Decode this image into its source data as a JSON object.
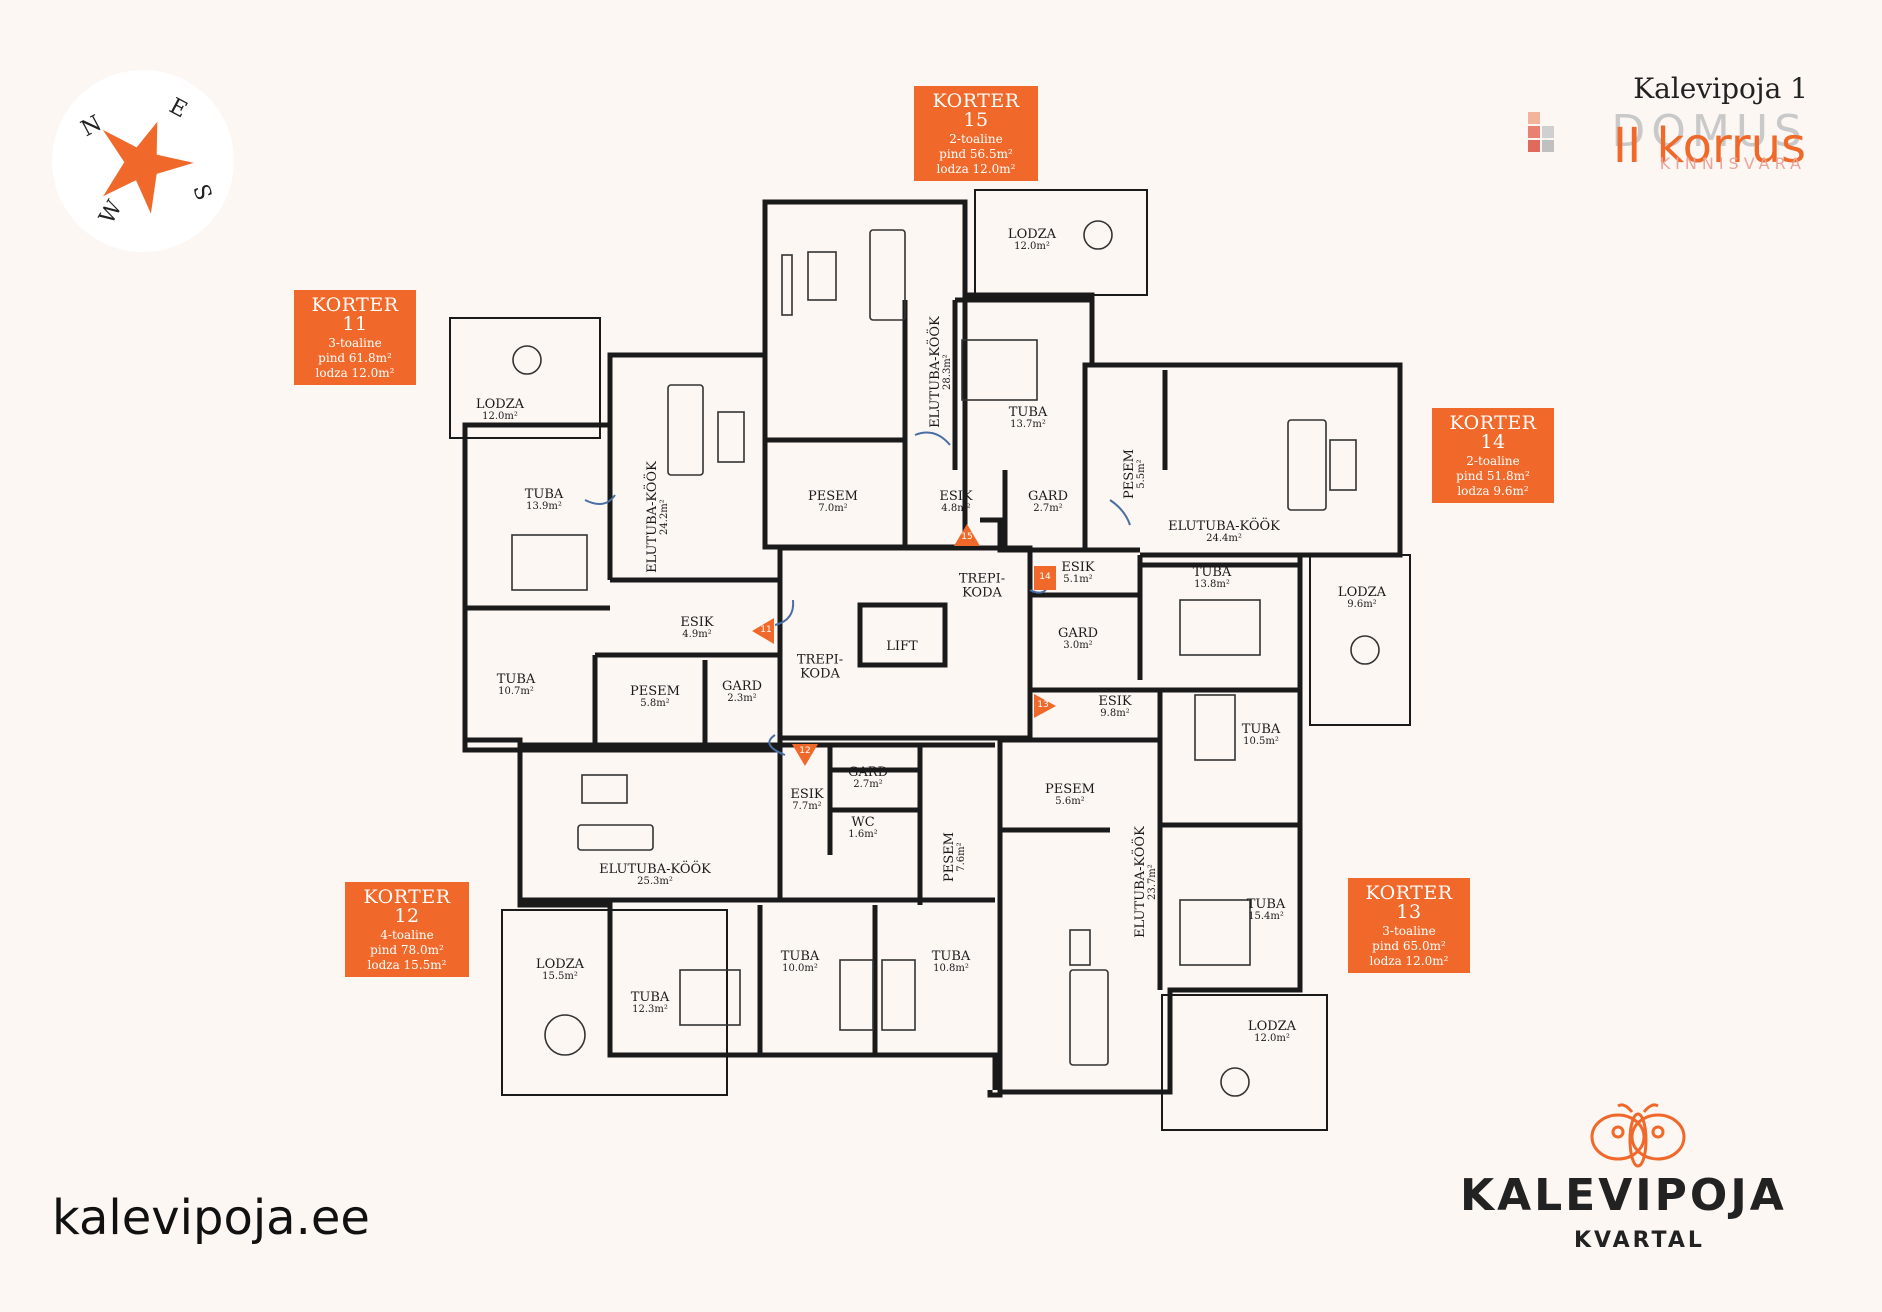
{
  "header": {
    "title": "Kalevipoja 1",
    "floor_label": "II korrus",
    "watermark_main": "DOMUS",
    "watermark_sub": "KINNISVARA"
  },
  "compass": {
    "n": "N",
    "e": "E",
    "s": "S",
    "w": "W"
  },
  "apartments": [
    {
      "id": "k15",
      "title": "KORTER 15",
      "rooms": "2-toaline",
      "area": "pind 56.5m²",
      "loggia": "lodza 12.0m²"
    },
    {
      "id": "k11",
      "title": "KORTER 11",
      "rooms": "3-toaline",
      "area": "pind 61.8m²",
      "loggia": "lodza 12.0m²"
    },
    {
      "id": "k14",
      "title": "KORTER 14",
      "rooms": "2-toaline",
      "area": "pind 51.8m²",
      "loggia": "lodza 9.6m²"
    },
    {
      "id": "k12",
      "title": "KORTER 12",
      "rooms": "4-toaline",
      "area": "pind 78.0m²",
      "loggia": "lodza 15.5m²"
    },
    {
      "id": "k13",
      "title": "KORTER 13",
      "rooms": "3-toaline",
      "area": "pind 65.0m²",
      "loggia": "lodza 12.0m²"
    }
  ],
  "rooms": {
    "lodza15": {
      "name": "LODZA",
      "area": "12.0m²"
    },
    "elutuba15": {
      "name": "ELUTUBA-KÖÖK",
      "area": "28.3m²"
    },
    "tuba15": {
      "name": "TUBA",
      "area": "13.7m²"
    },
    "pesem15": {
      "name": "PESEM",
      "area": "7.0m²"
    },
    "esik15": {
      "name": "ESIK",
      "area": "4.8m²"
    },
    "gard15": {
      "name": "GARD",
      "area": "2.7m²"
    },
    "lodza11": {
      "name": "LODZA",
      "area": "12.0m²"
    },
    "tuba11a": {
      "name": "TUBA",
      "area": "13.9m²"
    },
    "elutuba11": {
      "name": "ELUTUBA-KÖÖK",
      "area": "24.2m²"
    },
    "esik11": {
      "name": "ESIK",
      "area": "4.9m²"
    },
    "tuba11b": {
      "name": "TUBA",
      "area": "10.7m²"
    },
    "pesem11": {
      "name": "PESEM",
      "area": "5.8m²"
    },
    "gard11": {
      "name": "GARD",
      "area": "2.3m²"
    },
    "trepikoda1": {
      "name": "TREPI-\nKODA",
      "area": ""
    },
    "lift": {
      "name": "LIFT",
      "area": ""
    },
    "trepikoda2": {
      "name": "TREPI-\nKODA",
      "area": ""
    },
    "pesem14": {
      "name": "PESEM",
      "area": "5.5m²"
    },
    "elutuba14": {
      "name": "ELUTUBA-KÖÖK",
      "area": "24.4m²"
    },
    "esik14": {
      "name": "ESIK",
      "area": "5.1m²"
    },
    "gard14": {
      "name": "GARD",
      "area": "3.0m²"
    },
    "tuba14": {
      "name": "TUBA",
      "area": "13.8m²"
    },
    "lodza14": {
      "name": "LODZA",
      "area": "9.6m²"
    },
    "esik13": {
      "name": "ESIK",
      "area": "9.8m²"
    },
    "tuba13a": {
      "name": "TUBA",
      "area": "10.5m²"
    },
    "pesem13": {
      "name": "PESEM",
      "area": "5.6m²"
    },
    "elutuba13": {
      "name": "ELUTUBA-KÖÖK",
      "area": "23.7m²"
    },
    "tuba13b": {
      "name": "TUBA",
      "area": "15.4m²"
    },
    "lodza13": {
      "name": "LODZA",
      "area": "12.0m²"
    },
    "elutuba12": {
      "name": "ELUTUBA-KÖÖK",
      "area": "25.3m²"
    },
    "esik12": {
      "name": "ESIK",
      "area": "7.7m²"
    },
    "gard12": {
      "name": "GARD",
      "area": "2.7m²"
    },
    "wc12": {
      "name": "WC",
      "area": "1.6m²"
    },
    "pesem12": {
      "name": "PESEM",
      "area": "7.6m²"
    },
    "lodza12": {
      "name": "LODZA",
      "area": "15.5m²"
    },
    "tuba12a": {
      "name": "TUBA",
      "area": "12.3m²"
    },
    "tuba12b": {
      "name": "TUBA",
      "area": "10.0m²"
    },
    "tuba12c": {
      "name": "TUBA",
      "area": "10.8m²"
    }
  },
  "entry_markers": [
    "15",
    "11",
    "14",
    "13",
    "12"
  ],
  "footer": {
    "website": "kalevipoja.ee",
    "brand": "KALEVIPOJA",
    "brand_sub": "KVARTAL"
  },
  "colors": {
    "accent": "#f0692a",
    "wall": "#1a1a1a",
    "background": "#fdf7f4",
    "door_swing": "#4a6fa5"
  }
}
